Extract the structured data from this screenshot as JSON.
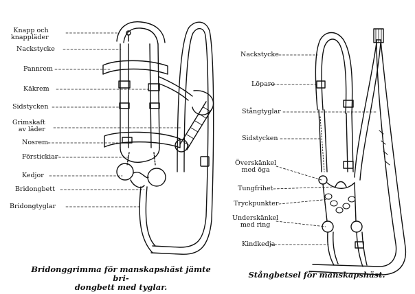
{
  "left_figure": {
    "labels": {
      "knapp": "Knapp och\nknappläder",
      "nackstycke": "Nackstycke",
      "pannrem": "Pannrem",
      "kakrem": "Käkrem",
      "sidstycken": "Sidstycken",
      "grimskaft": "Grimskaft\nav läder",
      "nosrem": "Nosrem",
      "forsticklar": "Förstickiar",
      "kedjor": "Kedjor",
      "bridongbett": "Bridongbett",
      "bridongtyglar": "Bridongtyglar"
    },
    "caption": "Bridonggrimma för manskapshäst jämte bri-\ndongbett med tyglar."
  },
  "right_figure": {
    "labels": {
      "nackstycke": "Nackstycke",
      "lopare": "Löpare",
      "stangtyglar": "Stångtyglar",
      "sidstycken": "Sidstycken",
      "overskankel": "Överskänkel\nmed öga",
      "tungfrihet": "Tungfrihet",
      "tryckpunkter": "Tryckpunkter",
      "underskankel": "Underskänkel\nmed ring",
      "kindkedja": "Kindkedja"
    },
    "caption": "Stångbetsel för manskapshäst."
  }
}
